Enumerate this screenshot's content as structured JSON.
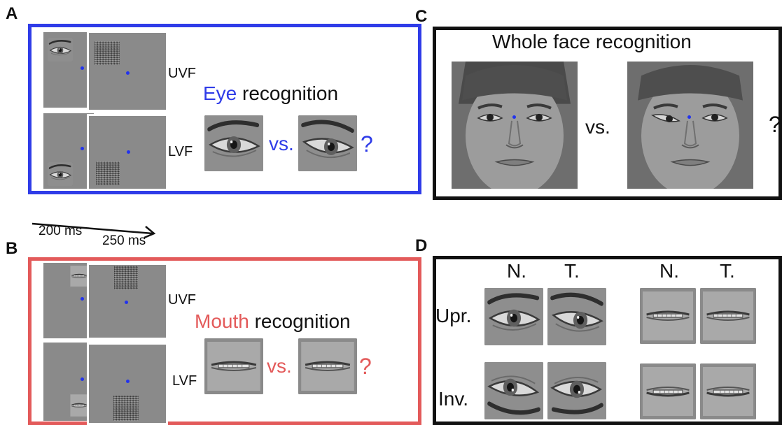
{
  "colors": {
    "eye_blue": "#2f3ce8",
    "mouth_red": "#e35a5a",
    "dark": "#111111",
    "fixation_dot": "#2233ee"
  },
  "panel_a": {
    "letter": "A",
    "uvf": "UVF",
    "lvf": "LVF",
    "title_accent": "Eye",
    "title_rest": "recognition",
    "vs": "vs.",
    "question": "?"
  },
  "timing": {
    "t1": "200 ms",
    "t2": "250 ms"
  },
  "panel_b": {
    "letter": "B",
    "uvf": "UVF",
    "lvf": "LVF",
    "title_accent": "Mouth",
    "title_rest": "recognition",
    "vs": "vs.",
    "question": "?"
  },
  "panel_c": {
    "letter": "C",
    "title": "Whole face recognition",
    "vs": "vs.",
    "question": "?"
  },
  "panel_d": {
    "letter": "D",
    "col_headers": [
      "N.",
      "T.",
      "N.",
      "T."
    ],
    "row_labels": [
      "Upr.",
      "Inv."
    ]
  }
}
